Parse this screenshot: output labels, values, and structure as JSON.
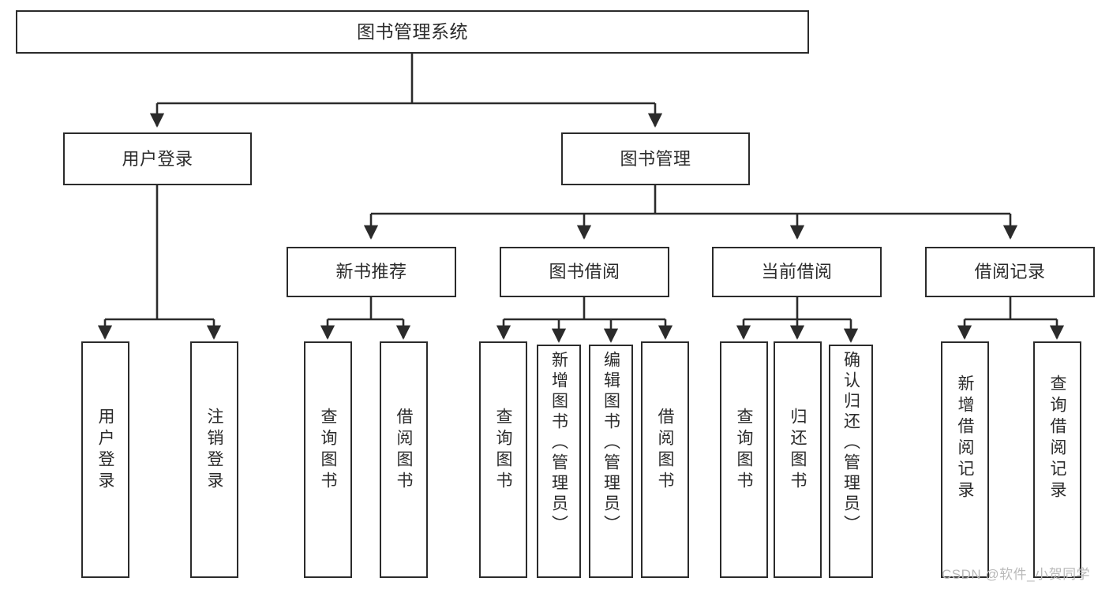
{
  "diagram": {
    "type": "tree-hierarchy",
    "title": "图书管理系统",
    "orientation": "top-down",
    "colors": {
      "box_border": "#2b2b2b",
      "box_fill": "#ffffff",
      "edge": "#2b2b2b",
      "text": "#2b2b2b",
      "watermark": "#b9b9b9",
      "background": "#ffffff"
    },
    "watermark": "CSDN @软件_小贺同学"
  },
  "nodes": {
    "root": {
      "label": "图书管理系统"
    },
    "level2": [
      {
        "id": "user-login",
        "label": "用户登录"
      },
      {
        "id": "book-manage",
        "label": "图书管理"
      }
    ],
    "level3": [
      {
        "id": "new-book-recommend",
        "label": "新书推荐"
      },
      {
        "id": "book-borrow",
        "label": "图书借阅"
      },
      {
        "id": "current-borrow",
        "label": "当前借阅"
      },
      {
        "id": "borrow-record",
        "label": "借阅记录"
      }
    ],
    "leaves": {
      "user-login": [
        {
          "id": "leaf-user-login",
          "label": "用户登录"
        },
        {
          "id": "leaf-logout-login",
          "label": "注销登录"
        }
      ],
      "new-book-recommend": [
        {
          "id": "leaf-query-book-1",
          "label": "查询图书"
        },
        {
          "id": "leaf-borrow-book-1",
          "label": "借阅图书"
        }
      ],
      "book-borrow": [
        {
          "id": "leaf-query-book-2",
          "label": "查询图书"
        },
        {
          "id": "leaf-add-book-admin",
          "label": "新增图书（管理员）"
        },
        {
          "id": "leaf-edit-book-admin",
          "label": "编辑图书（管理员）"
        },
        {
          "id": "leaf-borrow-book-2",
          "label": "借阅图书"
        }
      ],
      "current-borrow": [
        {
          "id": "leaf-query-book-3",
          "label": "查询图书"
        },
        {
          "id": "leaf-return-book",
          "label": "归还图书"
        },
        {
          "id": "leaf-confirm-return-admin",
          "label": "确认归还（管理员）"
        }
      ],
      "borrow-record": [
        {
          "id": "leaf-add-borrow-record",
          "label": "新增借阅记录"
        },
        {
          "id": "leaf-query-borrow-record",
          "label": "查询借阅记录"
        }
      ]
    }
  }
}
